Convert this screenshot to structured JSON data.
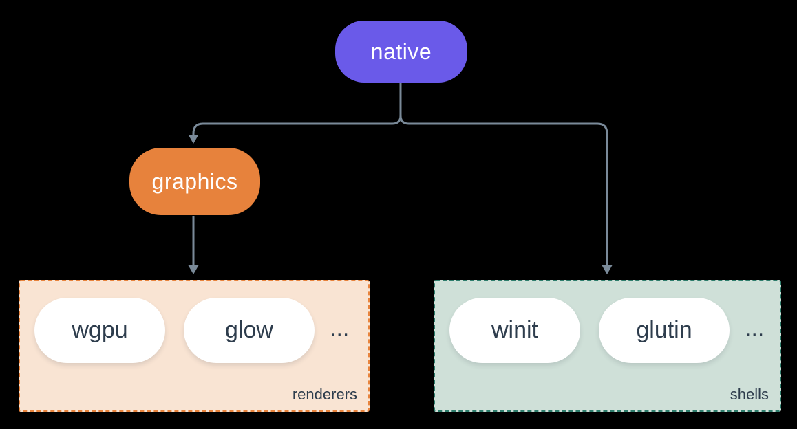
{
  "diagram": {
    "background": "#000000",
    "connector_color": "#7A8A99",
    "item_text_color": "#2E3D4D",
    "nodes": {
      "native": {
        "label": "native",
        "fill": "#6A5AE9",
        "text_color": "#FFFFFF"
      },
      "graphics": {
        "label": "graphics",
        "fill": "#E7823C",
        "text_color": "#FFFFFF"
      }
    },
    "groups": {
      "renderers": {
        "label": "renderers",
        "fill": "#F9E4D3",
        "border_color": "#E8833C",
        "items": [
          "wgpu",
          "glow",
          "..."
        ]
      },
      "shells": {
        "label": "shells",
        "fill": "#CFE0D8",
        "border_color": "#2E7D6C",
        "items": [
          "winit",
          "glutin",
          "..."
        ]
      }
    },
    "edges": [
      {
        "from": "native",
        "to": "graphics"
      },
      {
        "from": "native",
        "to": "shells"
      },
      {
        "from": "graphics",
        "to": "renderers"
      }
    ]
  }
}
